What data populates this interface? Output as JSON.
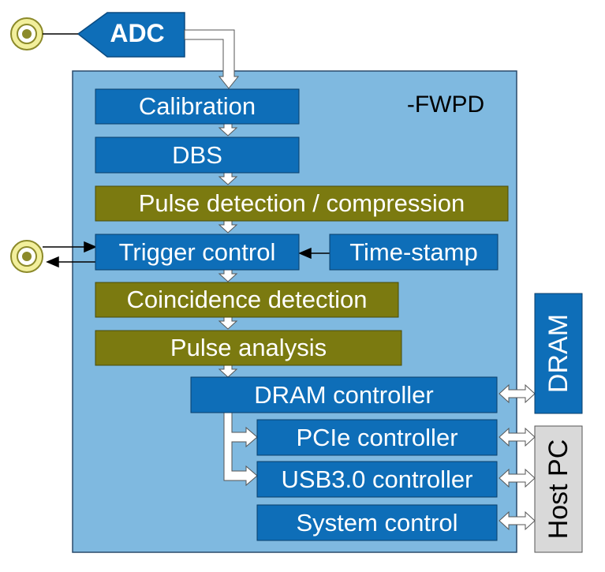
{
  "fpga_label": "-FWPD",
  "adc_label": "ADC",
  "blocks": {
    "calibration": "Calibration",
    "dbs": "DBS",
    "pulse_detection": "Pulse detection / compression",
    "trigger_control": "Trigger control",
    "time_stamp": "Time-stamp",
    "coincidence": "Coincidence detection",
    "pulse_analysis": "Pulse analysis",
    "dram_controller": "DRAM controller",
    "pcie_controller": "PCIe controller",
    "usb_controller": "USB3.0 controller",
    "system_control": "System control"
  },
  "external": {
    "dram": "DRAM",
    "host_pc": "Host PC"
  },
  "colors": {
    "fpga_bg": "#7fb9e0",
    "block_blue": "#0e6eb8",
    "block_olive": "#7b7a10",
    "host_gray": "#d9d9d9",
    "connector_yellow": "#f2ef9c"
  }
}
